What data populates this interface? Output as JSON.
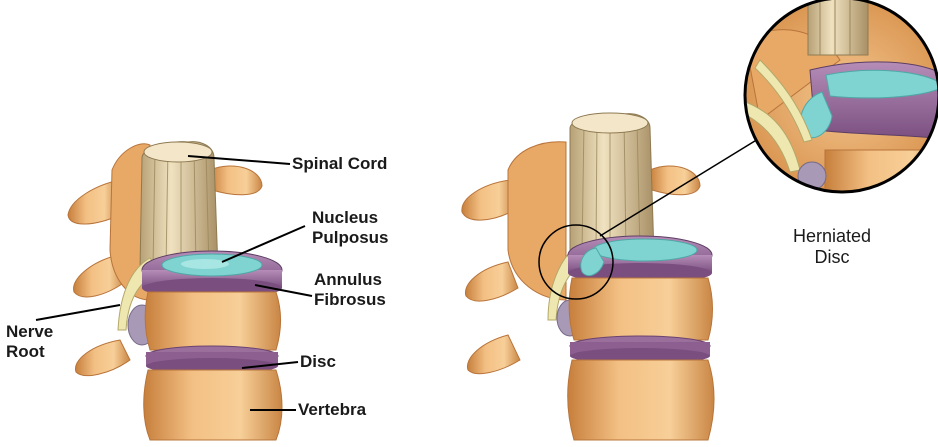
{
  "left_panel": {
    "labels": {
      "spinal_cord": "Spinal Cord",
      "nucleus_pulposus": [
        "Nucleus",
        "Pulposus"
      ],
      "annulus_fibrosus": [
        "Annulus",
        "Fibrosus"
      ],
      "nerve_root": [
        "Nerve",
        "Root"
      ],
      "disc": "Disc",
      "vertebra": "Vertebra"
    }
  },
  "right_panel": {
    "labels": {
      "herniated_disc": [
        "Herniated",
        "Disc"
      ]
    }
  },
  "colors": {
    "bone": "#f0b878",
    "bone_shadow": "#c77f3c",
    "bone_light": "#fbe0b4",
    "disc_annulus": "#9a6f9c",
    "disc_nucleus": "#7fd3d0",
    "spinal_cord": "#e8d6b0",
    "nerve": "#efe7b0",
    "leader_line": "#000000"
  }
}
